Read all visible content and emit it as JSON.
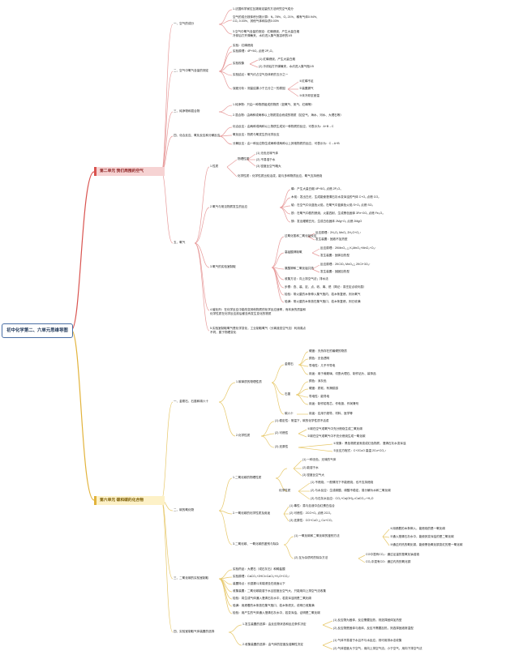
{
  "root": "初中化学第二、六单元思维导图",
  "ch1": {
    "title": "第二单元 我们周围的空气",
    "s1": {
      "label": "一、空气的成分",
      "items": [
        "1.法国科学家拉瓦锡用定量的方法研究空气成分",
        "空气的成分按体积分数计算：N₂ 78%、O₂ 21%、稀有气体0.94%、",
        "CO₂ 0.03%、其他气体和杂质0.03%",
        "3.空气中氧气含量的测定：红磷燃烧，产生大量白烟",
        "冷却后打开弹簧夹，水约进入集气瓶容积的1/5"
      ]
    },
    "s2": {
      "label": "二、空气中氧气含量的测定",
      "items": [
        "实验：红磷燃烧",
        "实验原理：4P+5O₂ 点燃 2P₂O₅",
        "实验现象",
        "(1) 红磷燃烧，产生大量白烟",
        "(2) 冷却后打开弹簧夹，水约进入集气瓶1/5",
        "实验结论：氧气约占空气总体积的五分之一",
        "误差分析：测量结果小于五分之一的原因",
        "①红磷不足",
        "②装置漏气",
        "③未冷却至室温"
      ]
    },
    "s3": {
      "label": "三、纯净物和混合物",
      "items": [
        "1.纯净物：只由一种物质组成的物质（如氧气、氮气、红磷等）",
        "2.混合物：由两种或两种以上物质混合而成的物质（如空气、海水、河水、大理石等）"
      ]
    },
    "s4": {
      "label": "四、化合反应、氧化反应和分解反应",
      "items": [
        "化合反应：由两种或两种以上物质生成另一种物质的反应，可表示为：A+B→C",
        "氧化反应：物质与氧发生的化学反应",
        "分解反应：由一种反应物生成两种或两种以上其他物质的反应，可表示为：C→A+B"
      ]
    },
    "s5": {
      "label": "五、氧气",
      "p1": "1.性质",
      "p1items": [
        "物理性质",
        "(1) 无色无味气体",
        "(2) 不易溶于水",
        "(3) 密度比空气略大",
        "化学性质：化学性质比较活泼，能与多种物质反应，氧气支持燃烧"
      ],
      "p2": "2.氧气与常见物质发生的反应",
      "p2items": [
        "磷：产生大量白烟 4P+5O₂ 点燃 2P₂O₅",
        "木炭：发出白光，生成能使澄清石灰水变浑浊的气体 C+O₂ 点燃 CO₂",
        "硫：在空气中淡蓝色火焰，在氧气中蓝紫色火焰 S+O₂ 点燃 SO₂",
        "铁：在氧气中剧烈燃烧，火星四射，生成黑色固体 3Fe+2O₂ 点燃 Fe₃O₄",
        "镁：发出耀眼白光，生成白色固体 2Mg+O₂ 点燃 2MgO"
      ],
      "p3": "3.氧气的实验室制取",
      "p3items": [
        "过氧化氢和二氧化锰反应",
        "反应原理：2H₂O₂ MnO₂ 2H₂O+O₂↑",
        "发生装置：固液不加热型",
        "高锰酸钾制氧",
        "反应原理：2KMnO₄ △ K₂MnO₄+MnO₂+O₂↑",
        "发生装置：固体加热型",
        "氯酸钾和二氧化锰共热",
        "反应原理：2KClO₃ MnO₂△ 2KCl+3O₂↑",
        "发生装置：固固加热型",
        "收集方法：向上排空气法；排水法",
        "步骤：查、装、定、点、收、离、熄（简记：茶庄定点收利息）",
        "检验：带火星的木条伸入集气瓶内，若木条复燃，则为氧气",
        "验满：带火星的木条放在集气瓶口，若木条复燃，则已收满"
      ],
      "p4": "4.催化剂：在化学反应中能改变其他物质的化学反应速率，而本身的质量和化学性质在化学反应前后都没有发生变化的物质",
      "p5": "5.实验室制取氧气是化学变化，工业制取氧气（分离液态空气法）利用沸点不同，属于物理变化"
    }
  },
  "ch6": {
    "title": "第六单元 碳和碳的化合物",
    "sa": {
      "label": "一、金刚石、石墨和碳六十",
      "phys": "1.碳单质的物理性质",
      "diamond": "金刚石",
      "diamondItems": [
        "硬度：天然存在的最硬的物质",
        "颜色：无色透明",
        "导电性：几乎不导电",
        "用途：用于裁玻璃、切割大理石、制作钻头、装饰品"
      ],
      "graphite": "石墨",
      "graphiteItems": [
        "颜色：深灰色",
        "硬度：质软，有滑腻感",
        "导电性：能导电",
        "用途：制作铅笔芯、作电极、作润滑剂"
      ],
      "c60": "碳六十",
      "c60Item": "用途：应用于超导、材料、医学等",
      "chem": "2.化学性质",
      "chemItems": [
        "(1) 稳定性：常温下，碳的化学性质不活泼",
        "(2) 可燃性",
        "①碳在空气或氧气中充分燃烧生成二氧化碳",
        "②碳在空气或氧气中不充分燃烧生成一氧化碳",
        "(3) 还原性",
        "①现象：黑色物质逐渐变成红色物质，澄清石灰水变浑浊",
        "②反应方程式：C+2CuO 高温 2Cu+CO₂↑"
      ]
    },
    "sb": {
      "label": "二、碳的氧化物",
      "co2phys": "1.二氧化碳的物理性质",
      "co2physItems": [
        "(1) 一种无色、无味的气体",
        "(2) 能溶于水",
        "(3) 密度比空气大"
      ],
      "co2chem": "化学性质",
      "co2chemItems": [
        "(1) 不燃烧，一般情况下不能燃烧，也不支持燃烧",
        "(2) 与水反应：生成碳酸，碳酸不稳定，易分解为水和二氧化碳",
        "(3) 与石灰水反应：CO₂+Ca(OH)₂=CaCO₃↓+H₂O"
      ],
      "co": "2.一氧化碳的化学性质及用途",
      "coItems": [
        "(1) 毒性：易与血液中血红蛋白结合",
        "(2) 可燃性：2CO+O₂ 点燃 2CO₂",
        "(3) 还原性：CO+CuO △ Cu+CO₂"
      ],
      "diff": "3.二氧化碳、一氧化碳的鉴别与除杂",
      "diffItems": [
        "(1) 一氧化碳和二氧化碳的鉴别方法",
        "①用燃着的木条伸入，能燃烧的是一氧化碳",
        "②通入澄清石灰水中，能使其变浑浊的是二氧化碳",
        "③通过灼热的氧化铜，能使黑色氧化铜变红的是一氧化碳",
        "(2) 互为杂质时的除杂方法",
        "CO中混有CO₂：通过足量的氢氧化钠溶液",
        "CO₂中混有CO：通过灼热的氧化铜"
      ]
    },
    "sc": {
      "label": "三、二氧化碳的实验室制取",
      "items": [
        "实验药品：大理石（或石灰石）和稀盐酸",
        "实验原理：CaCO₃+2HCl=CaCl₂+H₂O+CO₂↑",
        "装置特点：长颈漏斗末端浸没在液面以下",
        "收集装置：二氧化碳能溶于水且密度比空气大，只能用向上排空气法收集",
        "检验：将生成气体通入澄清石灰水中，若变浑浊则是二氧化碳",
        "验满：用燃着的木条放在集气瓶口，若木条熄灭，说明已收集满",
        "检验：用产生的气体通入澄清石灰水中，若变浑浊，证明是二氧化碳"
      ]
    },
    "sd": {
      "label": "四、实验室制取气体装置的选择",
      "gen": "1.发生装置的选择：由反应物状态和反应条件决定",
      "genItems": [
        "(1) 反应物为固体，反应需要加热，则选择固体加热型",
        "(2) 反应物是固体与液体，反应不需要加热，则选择固液常温型"
      ],
      "col": "2.收集装置的选择：由气体的密度及溶解性决定",
      "colItems": [
        "(1) 气体不易溶于水且不与水反应，则可用排水法收集",
        "(2) 气体密度大于空气，用向上排空气法；小于空气，用向下排空气法"
      ]
    }
  }
}
